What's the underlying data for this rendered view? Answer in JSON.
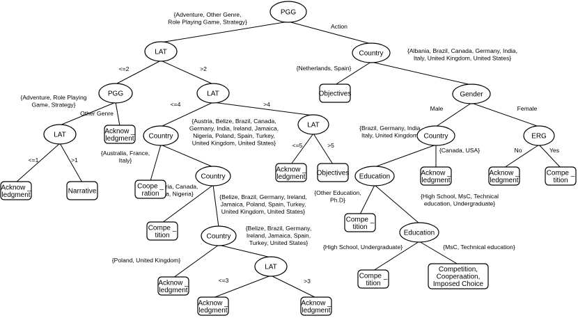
{
  "nodes": [
    {
      "id": "pgg_root",
      "lines": [
        "PGG"
      ]
    },
    {
      "id": "lat_1",
      "lines": [
        "LAT"
      ]
    },
    {
      "id": "country_action",
      "lines": [
        "Country"
      ]
    },
    {
      "id": "pgg_2",
      "lines": [
        "PGG"
      ]
    },
    {
      "id": "lat_2",
      "lines": [
        "LAT"
      ]
    },
    {
      "id": "objectives_1",
      "lines": [
        "Objectives"
      ]
    },
    {
      "id": "gender",
      "lines": [
        "Gender"
      ]
    },
    {
      "id": "lat_3",
      "lines": [
        "LAT"
      ]
    },
    {
      "id": "ack_1",
      "lines": [
        "Acknow _",
        "ledgment"
      ]
    },
    {
      "id": "country_2",
      "lines": [
        "Country"
      ]
    },
    {
      "id": "lat_4",
      "lines": [
        "LAT"
      ]
    },
    {
      "id": "country_male",
      "lines": [
        "Country"
      ]
    },
    {
      "id": "erg",
      "lines": [
        "ERG"
      ]
    },
    {
      "id": "ack_2",
      "lines": [
        "Acknow _",
        "ledgment"
      ]
    },
    {
      "id": "narrative",
      "lines": [
        "Narrative"
      ]
    },
    {
      "id": "coop_1",
      "lines": [
        "Coope _",
        "ration"
      ]
    },
    {
      "id": "country_3",
      "lines": [
        "Country"
      ]
    },
    {
      "id": "ack_3",
      "lines": [
        "Acknow _",
        "ledgment"
      ]
    },
    {
      "id": "objectives_2",
      "lines": [
        "Objectives"
      ]
    },
    {
      "id": "education_1",
      "lines": [
        "Education"
      ]
    },
    {
      "id": "ack_4",
      "lines": [
        "Acknow _",
        "ledgment"
      ]
    },
    {
      "id": "ack_5",
      "lines": [
        "Acknow _",
        "ledgment"
      ]
    },
    {
      "id": "comp_1",
      "lines": [
        "Compe _",
        "tition"
      ]
    },
    {
      "id": "comp_2",
      "lines": [
        "Compe _",
        "tition"
      ]
    },
    {
      "id": "country_4",
      "lines": [
        "Country"
      ]
    },
    {
      "id": "comp_3",
      "lines": [
        "Compe _",
        "tition"
      ]
    },
    {
      "id": "education_2",
      "lines": [
        "Education"
      ]
    },
    {
      "id": "ack_6",
      "lines": [
        "Acknow _",
        "ledgment"
      ]
    },
    {
      "id": "lat_5",
      "lines": [
        "LAT"
      ]
    },
    {
      "id": "comp_4",
      "lines": [
        "Compe _",
        "tition"
      ]
    },
    {
      "id": "multi_1",
      "lines": [
        "Competition,",
        "Cooperaation,",
        "Imposed Choice"
      ]
    },
    {
      "id": "ack_7",
      "lines": [
        "Acknow _",
        "ledgment"
      ]
    },
    {
      "id": "ack_8",
      "lines": [
        "Acknow _",
        "ledgment"
      ]
    }
  ],
  "edges": [
    {
      "from": "pgg_root",
      "to": "lat_1",
      "lines": [
        "{Adventure, Other Genre,",
        "Role Playing Game, Strategy}"
      ]
    },
    {
      "from": "pgg_root",
      "to": "country_action",
      "lines": [
        "Action"
      ]
    },
    {
      "from": "lat_1",
      "to": "pgg_2",
      "lines": [
        "<=2"
      ]
    },
    {
      "from": "lat_1",
      "to": "lat_2",
      "lines": [
        ">2"
      ]
    },
    {
      "from": "country_action",
      "to": "objectives_1",
      "lines": [
        "{Netherlands, Spain}"
      ]
    },
    {
      "from": "country_action",
      "to": "gender",
      "lines": [
        "{Albania, Brazil, Canada, Germany, India,",
        "Italy, United Kingdom, United States}"
      ]
    },
    {
      "from": "pgg_2",
      "to": "lat_3",
      "lines": [
        "{Adventure, Role Playing",
        "Game, Strategy}"
      ]
    },
    {
      "from": "pgg_2",
      "to": "ack_1",
      "lines": [
        "Other Genre"
      ]
    },
    {
      "from": "lat_2",
      "to": "country_2",
      "lines": [
        "<=4"
      ]
    },
    {
      "from": "lat_2",
      "to": "lat_4",
      "lines": [
        ">4"
      ]
    },
    {
      "from": "gender",
      "to": "country_male",
      "lines": [
        "Male"
      ]
    },
    {
      "from": "gender",
      "to": "erg",
      "lines": [
        "Female"
      ]
    },
    {
      "from": "lat_3",
      "to": "ack_2",
      "lines": [
        "<=1"
      ]
    },
    {
      "from": "lat_3",
      "to": "narrative",
      "lines": [
        ">1"
      ]
    },
    {
      "from": "country_2",
      "to": "coop_1",
      "lines": [
        "{Australia, France,",
        "Italy}"
      ]
    },
    {
      "from": "country_2",
      "to": "country_3",
      "lines": [
        "{Austria, Belize, Brazil, Canada,",
        "Germany, India, Ireland, Jamaica,",
        "Nigeria,  Poland, Spain, Turkey,",
        "United Kingdom, United States}"
      ]
    },
    {
      "from": "lat_4",
      "to": "ack_3",
      "lines": [
        "<=5"
      ]
    },
    {
      "from": "lat_4",
      "to": "objectives_2",
      "lines": [
        ">5"
      ]
    },
    {
      "from": "country_male",
      "to": "education_1",
      "lines": [
        "{Brazil, Germany, India,",
        "Italy, United Kingdom}"
      ]
    },
    {
      "from": "country_male",
      "to": "ack_4",
      "lines": [
        "{Canada, USA}"
      ]
    },
    {
      "from": "erg",
      "to": "ack_5",
      "lines": [
        "No"
      ]
    },
    {
      "from": "erg",
      "to": "comp_1",
      "lines": [
        "Yes"
      ]
    },
    {
      "from": "country_3",
      "to": "comp_2",
      "lines": [
        "{Austria, Canada,",
        "India, Nigeria}"
      ]
    },
    {
      "from": "country_3",
      "to": "country_4",
      "lines": [
        "{Belize, Brazil, Germany, Ireland,",
        "Jamaica, Poland, Spain, Turkey,",
        "United Kingdom, United States}"
      ]
    },
    {
      "from": "education_1",
      "to": "comp_3",
      "lines": [
        "{Other Education,",
        "Ph.D}"
      ]
    },
    {
      "from": "education_1",
      "to": "education_2",
      "lines": [
        "{High School, MsC, Technical",
        "education, Undergraduate}"
      ]
    },
    {
      "from": "country_4",
      "to": "ack_6",
      "lines": [
        "{Poland, United Kingdom}"
      ]
    },
    {
      "from": "country_4",
      "to": "lat_5",
      "lines": [
        "{Belize, Brazil, Germany,",
        "Ireland, Jamaica, Spain,",
        "Turkey, United States}"
      ]
    },
    {
      "from": "education_2",
      "to": "comp_4",
      "lines": [
        "{High School, Undergraduate}"
      ]
    },
    {
      "from": "education_2",
      "to": "multi_1",
      "lines": [
        "{MsC, Technical education}"
      ]
    },
    {
      "from": "lat_5",
      "to": "ack_7",
      "lines": [
        "<=3"
      ]
    },
    {
      "from": "lat_5",
      "to": "ack_8",
      "lines": [
        ">3"
      ]
    }
  ]
}
